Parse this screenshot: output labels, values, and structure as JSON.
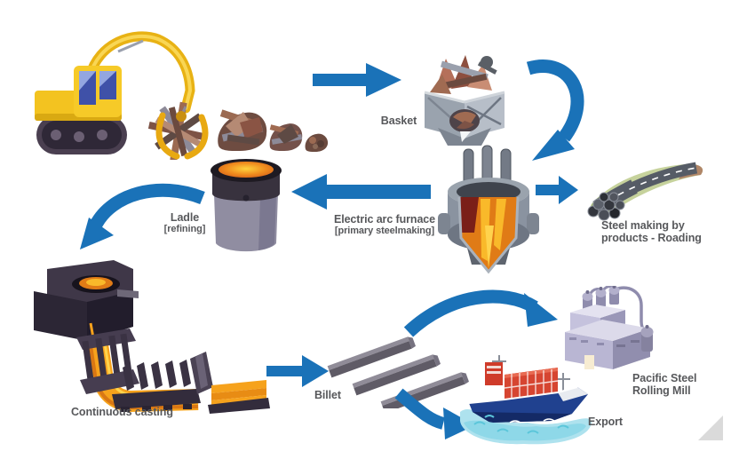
{
  "diagram": {
    "subject": "Steel making process flow",
    "arrow_color": "#1a72b8",
    "label_color": "#57585b",
    "labels": {
      "basket": "Basket",
      "eaf_line1": "Electric arc furnace",
      "eaf_line2": "[primary steelmaking]",
      "ladle_line1": "Ladle",
      "ladle_line2": "[refining]",
      "continuous_casting": "Continuous casting",
      "billet": "Billet",
      "mill_line1": "Pacific Steel",
      "mill_line2": "Rolling Mill",
      "export": "Export",
      "byproducts_line1": "Steel making by",
      "byproducts_line2": "products - Roading"
    },
    "nodes": [
      {
        "id": "scrap-collection",
        "label": ""
      },
      {
        "id": "basket",
        "label": "Basket"
      },
      {
        "id": "electric-arc-furnace",
        "label": "Electric arc furnace [primary steelmaking]"
      },
      {
        "id": "ladle",
        "label": "Ladle [refining]"
      },
      {
        "id": "byproducts-roading",
        "label": "Steel making by products - Roading"
      },
      {
        "id": "continuous-casting",
        "label": "Continuous casting"
      },
      {
        "id": "billet",
        "label": "Billet"
      },
      {
        "id": "pacific-steel-rolling-mill",
        "label": "Pacific Steel Rolling Mill"
      },
      {
        "id": "export",
        "label": "Export"
      }
    ],
    "flows": [
      {
        "from": "scrap-collection",
        "to": "basket"
      },
      {
        "from": "basket",
        "to": "electric-arc-furnace"
      },
      {
        "from": "electric-arc-furnace",
        "to": "ladle"
      },
      {
        "from": "electric-arc-furnace",
        "to": "byproducts-roading"
      },
      {
        "from": "ladle",
        "to": "continuous-casting"
      },
      {
        "from": "continuous-casting",
        "to": "billet"
      },
      {
        "from": "billet",
        "to": "pacific-steel-rolling-mill"
      },
      {
        "from": "billet",
        "to": "export"
      }
    ]
  }
}
